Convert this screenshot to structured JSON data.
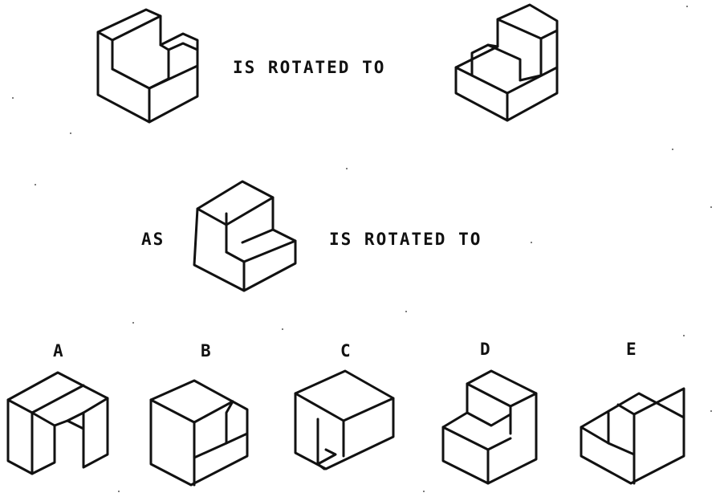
{
  "phrase_1": "IS ROTATED TO",
  "phrase_as": "AS",
  "phrase_2": "IS ROTATED TO",
  "options": [
    {
      "label": "A"
    },
    {
      "label": "B"
    },
    {
      "label": "C"
    },
    {
      "label": "D"
    },
    {
      "label": "E"
    }
  ]
}
